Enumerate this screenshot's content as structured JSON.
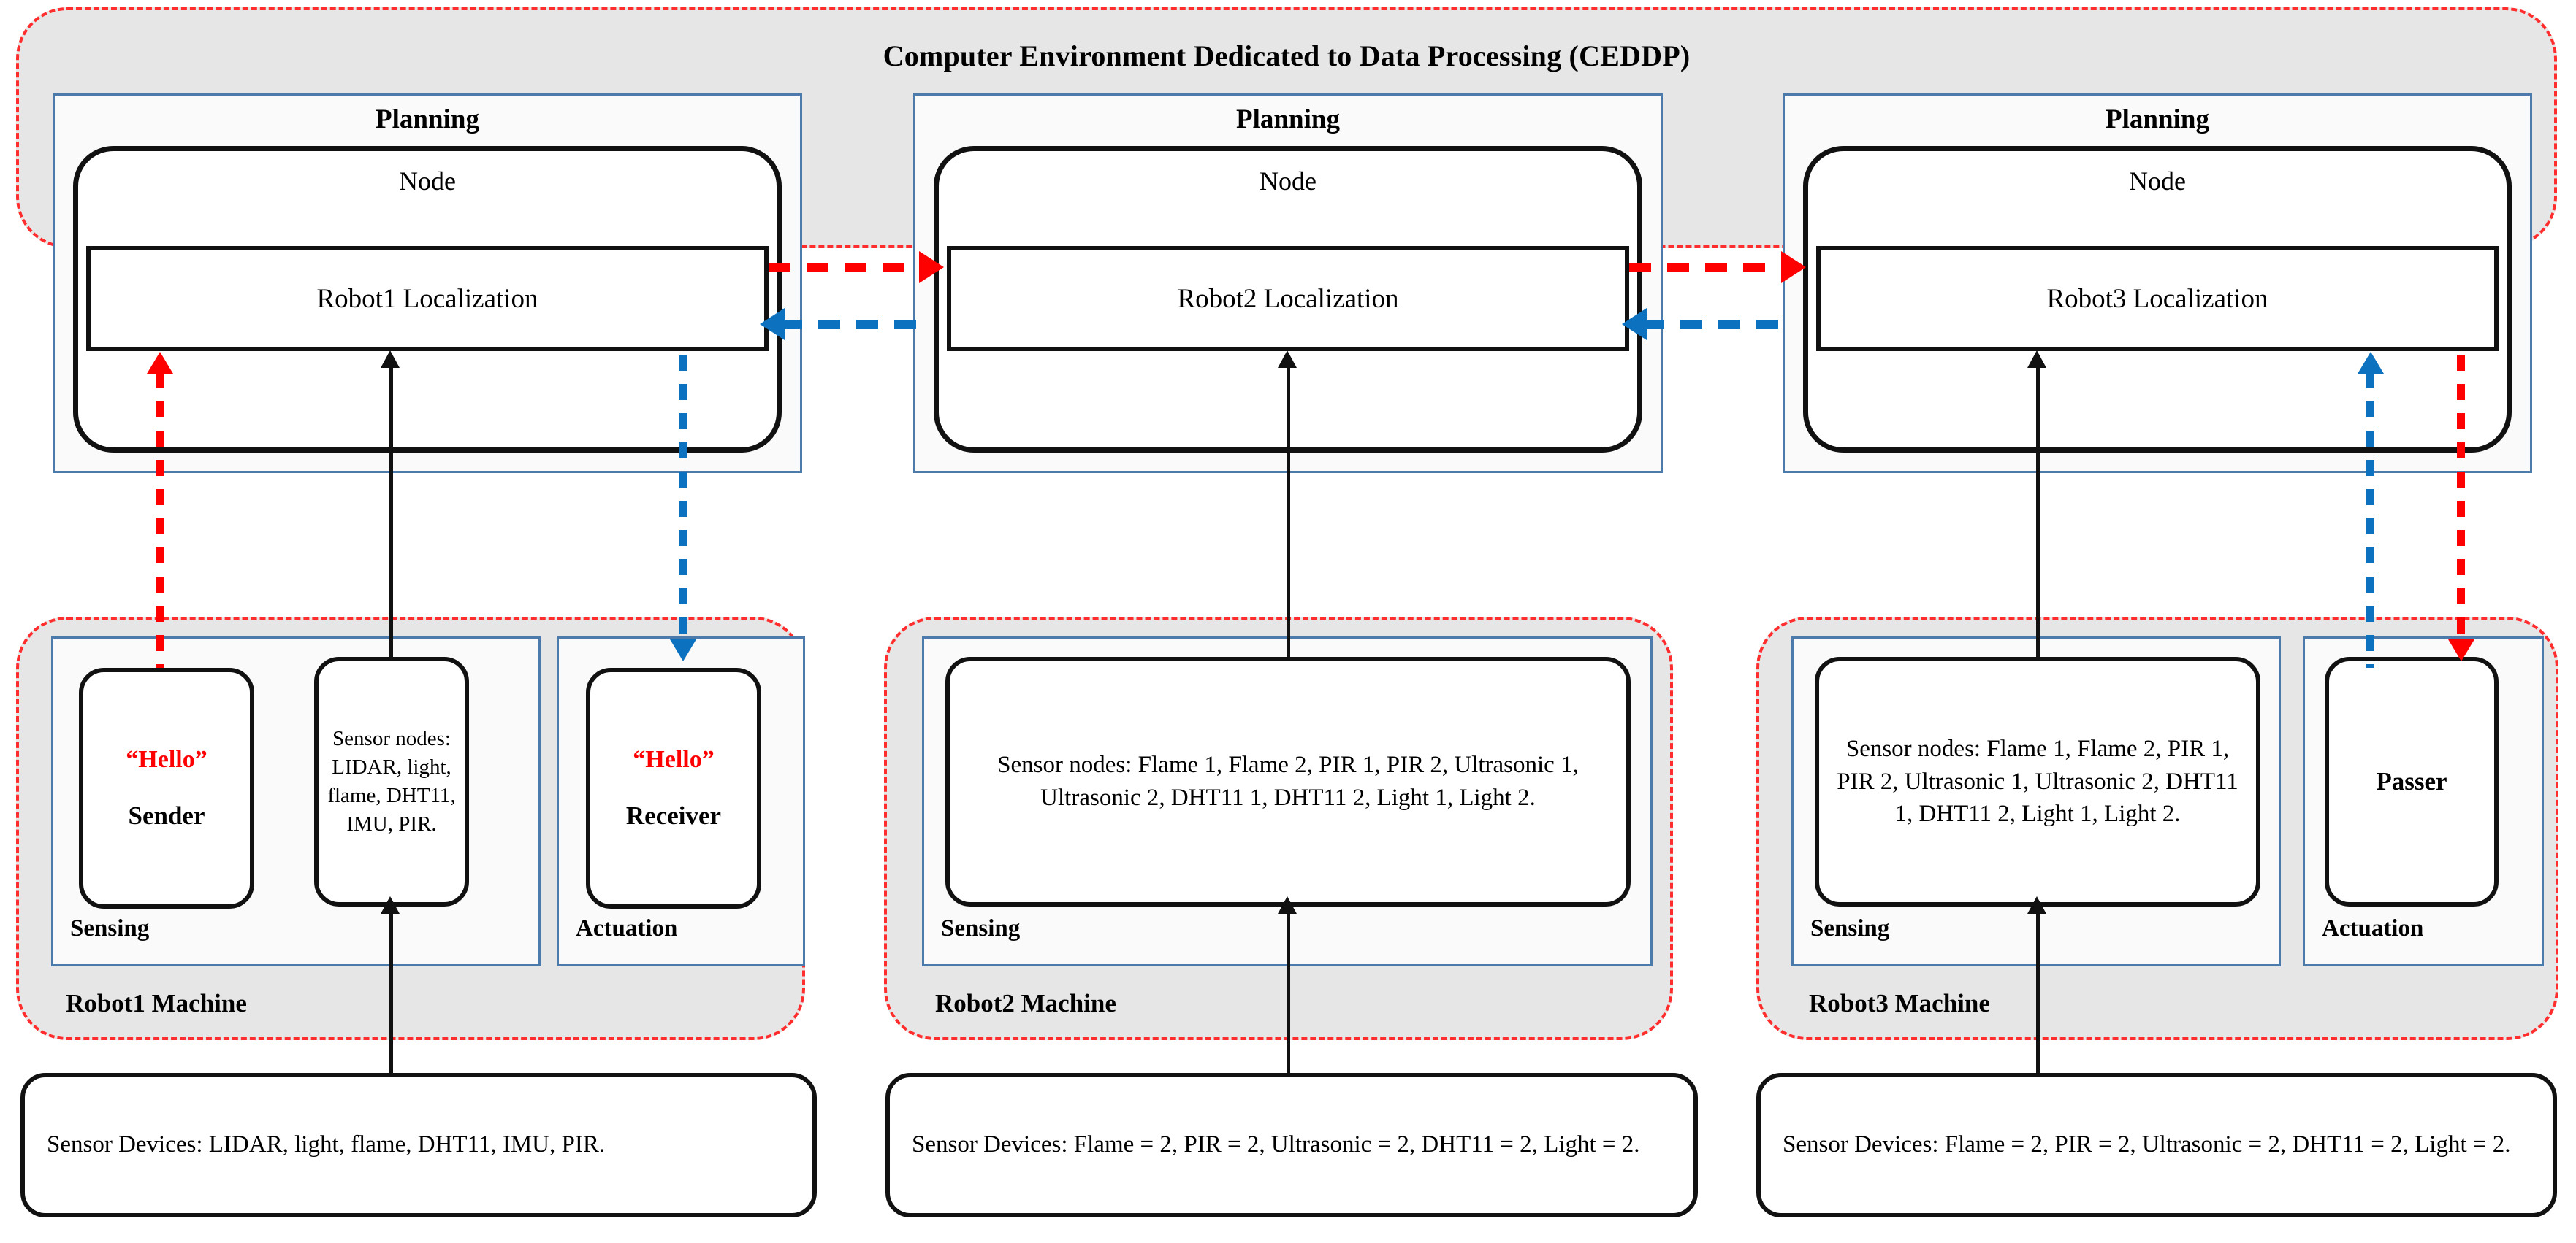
{
  "ceddp": {
    "title": "Computer Environment Dedicated to Data Processing (CEDDP)",
    "title_parts": [
      "C",
      "omputer ",
      "E",
      "nvironment ",
      "D",
      "edicated to ",
      "D",
      "ata ",
      "P",
      "rocessing (",
      "CEDDP",
      ")"
    ]
  },
  "planning_panels": [
    {
      "header": "Planning",
      "node_label": "Node",
      "localization": "Robot1 Localization"
    },
    {
      "header": "Planning",
      "node_label": "Node",
      "localization": "Robot2 Localization"
    },
    {
      "header": "Planning",
      "node_label": "Node",
      "localization": "Robot3 Localization"
    }
  ],
  "machines": [
    {
      "name": "Robot1 Machine",
      "sensing_label": "Sensing",
      "actuation_label": "Actuation",
      "sender": {
        "hello": "“Hello”",
        "role": "Sender"
      },
      "receiver": {
        "hello": "“Hello”",
        "role": "Receiver"
      },
      "sensor_nodes": "Sensor nodes: LIDAR, light, flame, DHT11, IMU, PIR.",
      "sensor_devices": "Sensor Devices: LIDAR,  light,  flame,  DHT11, IMU, PIR."
    },
    {
      "name": "Robot2 Machine",
      "sensing_label": "Sensing",
      "sensor_nodes": "Sensor nodes: Flame 1, Flame 2, PIR 1, PIR 2, Ultrasonic 1, Ultrasonic 2, DHT11 1, DHT11 2, Light 1, Light 2.",
      "sensor_devices": "Sensor Devices: Flame = 2, PIR = 2, Ultrasonic = 2, DHT11 = 2, Light = 2."
    },
    {
      "name": "Robot3 Machine",
      "sensing_label": "Sensing",
      "actuation_label": "Actuation",
      "passer": {
        "role": "Passer"
      },
      "sensor_nodes": "Sensor nodes: Flame 1, Flame 2, PIR 1, PIR 2, Ultrasonic 1, Ultrasonic 2, DHT11 1, DHT11 2, Light 1, Light 2.",
      "sensor_devices": "Sensor Devices: Flame = 2, PIR = 2, Ultrasonic = 2, DHT11 = 2, Light = 2."
    }
  ],
  "colors": {
    "red": "#ff0000",
    "blue": "#0c72c0",
    "panel_border": "#4b7aab",
    "zone_fill": "#e6e6e6",
    "black": "#111111"
  }
}
